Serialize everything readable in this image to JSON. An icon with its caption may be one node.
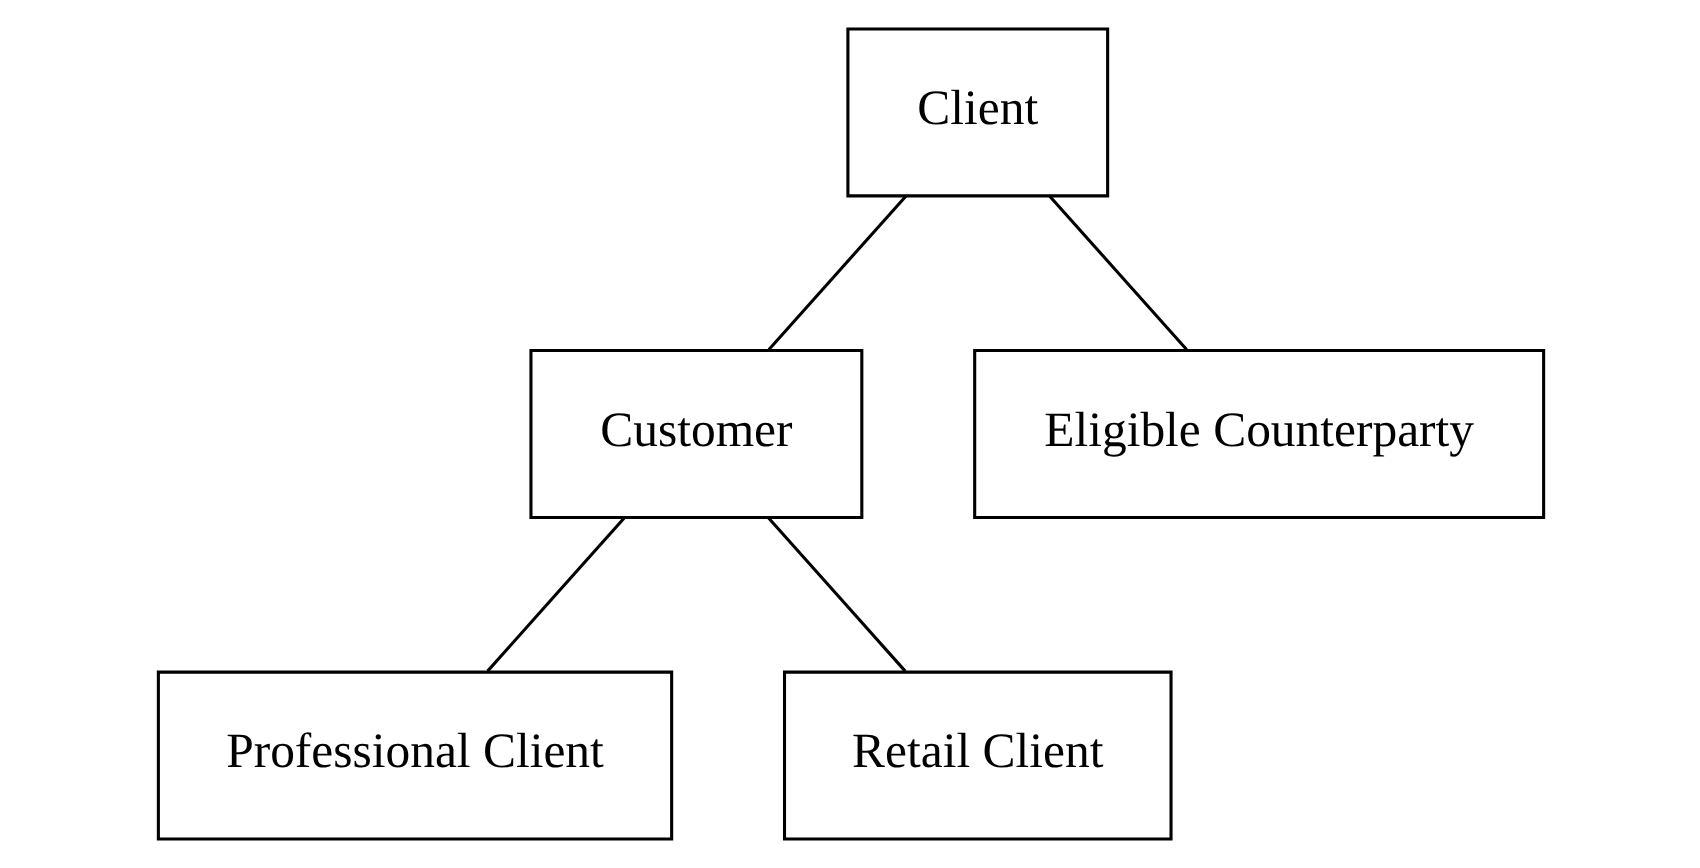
{
  "diagram": {
    "nodes": [
      {
        "text": [
          "Client"
        ]
      },
      {
        "text": [
          "Customer"
        ]
      },
      {
        "text": [
          "Eligible Counterparty"
        ]
      },
      {
        "text": [
          "Professional Client"
        ]
      },
      {
        "text": [
          "Retail Client"
        ]
      }
    ],
    "edges": [
      {
        "from": 0,
        "to": 1,
        "arrow": "none"
      },
      {
        "from": 0,
        "to": 2,
        "arrow": "none"
      },
      {
        "from": 1,
        "to": 3,
        "arrow": "none"
      },
      {
        "from": 1,
        "to": 4,
        "arrow": "none"
      }
    ]
  }
}
